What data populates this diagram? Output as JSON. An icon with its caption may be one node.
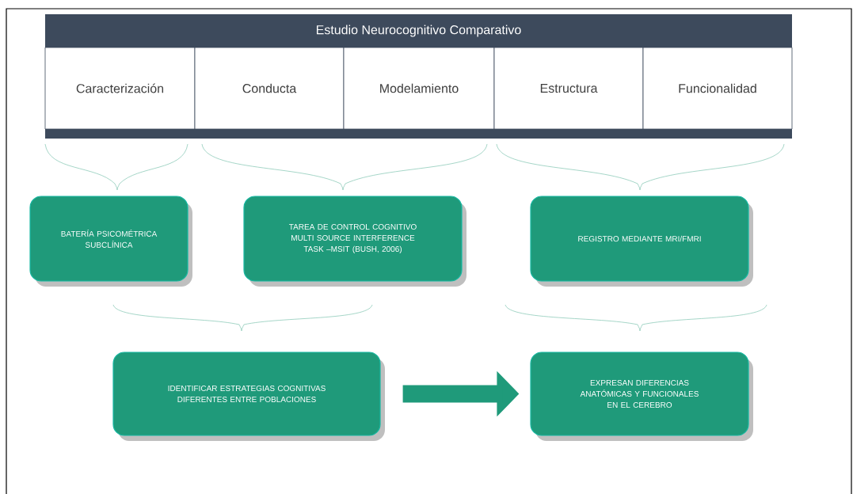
{
  "diagram": {
    "nodes": [
      {
        "text": [
          "Estudio Neurocognitivo Comparativo"
        ]
      },
      {
        "text": [
          "Caracterización"
        ]
      },
      {
        "text": [
          "Conducta"
        ]
      },
      {
        "text": [
          "Modelamiento"
        ]
      },
      {
        "text": [
          "Estructura"
        ]
      },
      {
        "text": [
          "Funcionalidad"
        ]
      },
      {
        "text": [
          "BATERÍA PSICOMÉTRICA SUBCLÍNICA"
        ]
      },
      {
        "text": [
          "TAREA DE CONTROL COGNITIVO MULTI SOURCE INTERFERENCE TASK –MSIT (BUSH, 2006)"
        ]
      },
      {
        "text": [
          "REGISTRO MEDIANTE MRI/FMRI"
        ]
      },
      {
        "text": [
          "IDENTIFICAR ESTRATEGIAS COGNITIVAS DIFERENTES ENTRE POBLACIONES"
        ]
      },
      {
        "text": [
          "EXPRESAN DIFERENCIAS ANATÓMICAS Y FUNCIONALES EN EL CEREBRO"
        ]
      }
    ],
    "edges": [
      {
        "from": 9,
        "to": 10,
        "arrow": "to"
      }
    ]
  }
}
